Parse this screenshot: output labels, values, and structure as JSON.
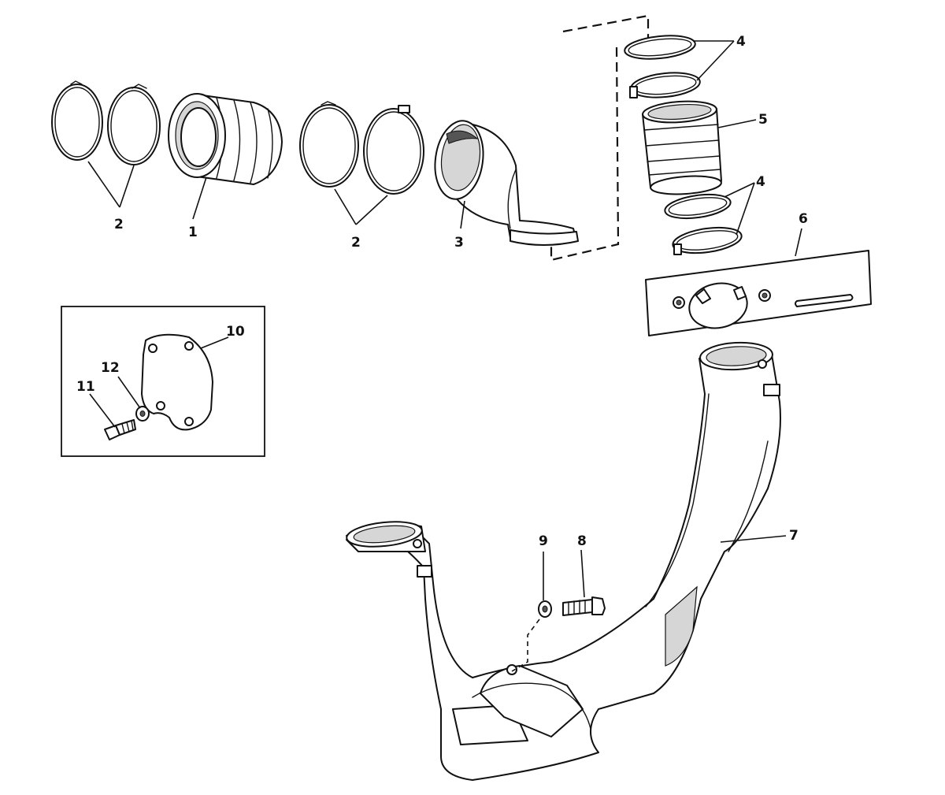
{
  "callouts": {
    "c1": "1",
    "c2a": "2",
    "c2b": "2",
    "c3": "3",
    "c4a": "4",
    "c4b": "4",
    "c5": "5",
    "c6": "6",
    "c7": "7",
    "c8": "8",
    "c9": "9",
    "c10": "10",
    "c11": "11",
    "c12": "12"
  },
  "colors": {
    "ink": "#111111",
    "paper": "#ffffff"
  }
}
